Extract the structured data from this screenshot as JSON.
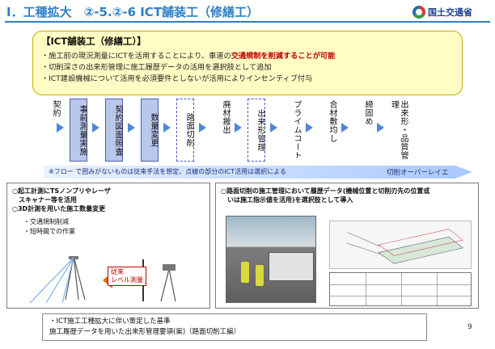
{
  "header": {
    "title": "Ⅰ．工種拡大　②-5.②-6 ICT舗装工（修繕工）",
    "organization": "国土交通省"
  },
  "summary": {
    "title": "【ICT舗装工（修繕工）】",
    "line1_pre": "・施工前の現況測量にICTを活用することにより、車道の",
    "line1_emph": "交通規制を削減することが可能",
    "line2": "・切削深さの出来形管理に施工履歴データの活用を選択肢として追加",
    "line3": "・ICT建設機械について活用を必須要件としないが活用によりインセンティブ付与"
  },
  "flow": {
    "start": "契約",
    "steps": [
      {
        "label": "事前測量実施",
        "style": "solid"
      },
      {
        "label": "契約図面照査",
        "style": "solid"
      },
      {
        "label": "数量変更",
        "style": "solid"
      },
      {
        "label": "路面切削",
        "style": "dashed"
      },
      {
        "label": "廃材搬出",
        "style": "plain"
      },
      {
        "label": "出来形管理",
        "style": "dashed"
      },
      {
        "label": "プライムコート",
        "style": "plain"
      },
      {
        "label": "合材敷均し",
        "style": "plain"
      },
      {
        "label": "締固め",
        "style": "plain"
      },
      {
        "label": "出来形・品質管理",
        "style": "plain"
      }
    ]
  },
  "banner": {
    "note": "※フロー で囲みがないものは従来手法を想定、点線の部分のICT活用は選択による",
    "label": "切削オーバーレイエ"
  },
  "left_panel": {
    "l1": "○起工計測にTSノンプリやレーザ",
    "l2": "スキャナー等を活用",
    "l3": "○3D計測を用いた施工数量変更",
    "l4": "・交通規制削減",
    "l5": "・短時間での作業",
    "prev_label_1": "従来",
    "prev_label_2": "レベル測量"
  },
  "right_panel": {
    "l1": "○路面切削の施工管理において履歴データ(機械位置と切削刃先の位置或",
    "l2": "いは施工指示値を活用)を選択肢として導入"
  },
  "footer": {
    "l1": "・ICT施工工種拡大に伴い策定した基準",
    "l2": "施工履歴データを用いた出来形管理要領(案)（路面切削工編）"
  },
  "page_number": "9",
  "colors": {
    "accent_blue": "#2f7fc8",
    "summary_bg": "#fffcc4",
    "emphasis_red": "#c00000",
    "step_fill": "#b9c7ea",
    "arrow_blue": "#4f86d6"
  }
}
